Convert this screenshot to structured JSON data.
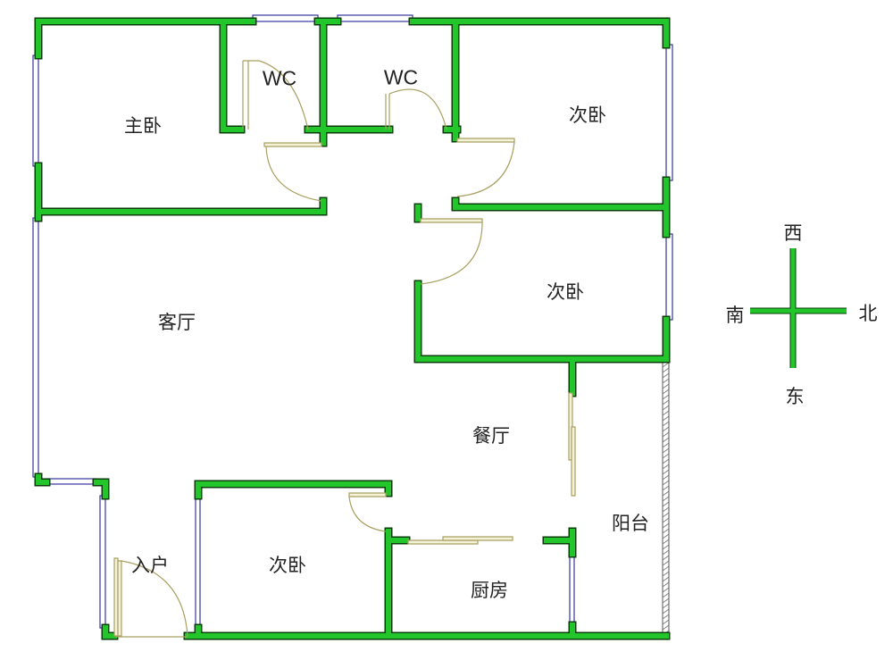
{
  "rooms": {
    "master_bedroom": "主卧",
    "wc1": "WC",
    "wc2": "WC",
    "bedroom_top_right": "次卧",
    "bedroom_mid_right": "次卧",
    "living_room": "客厅",
    "dining_room": "餐厅",
    "balcony": "阳台",
    "entrance": "入户",
    "bedroom_bottom": "次卧",
    "kitchen": "厨房"
  },
  "compass": {
    "west": "西",
    "north": "北",
    "south": "南",
    "east": "东"
  },
  "colors": {
    "wall": "#22c62a",
    "door": "#a8a060",
    "window": "#3535a0"
  }
}
